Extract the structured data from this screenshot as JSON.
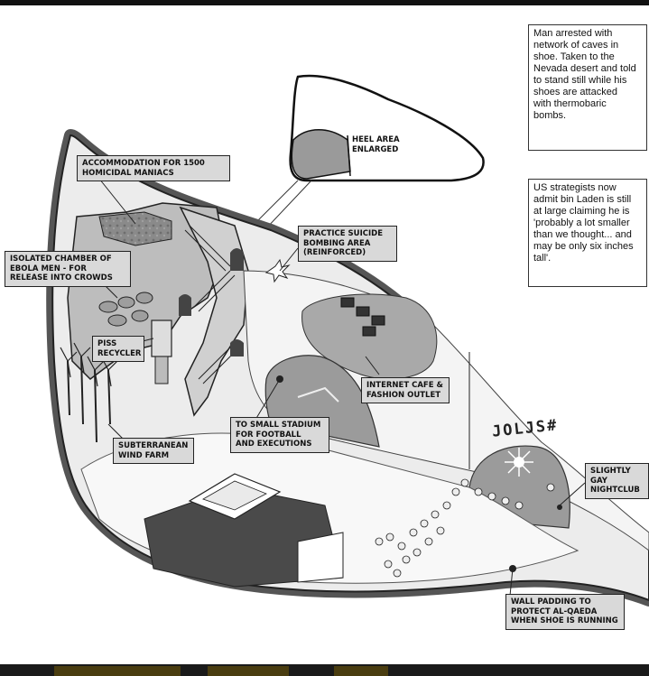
{
  "notes": {
    "arrest": "Man arrested with\nnetwork of caves in\nshoe. Taken to the\nNevada desert and told\nto stand still while his\nshoes are attacked\nwith thermobaric\nbombs.",
    "strategists": "US strategists now\nadmit bin Laden is still\nat large claiming he is\n'probably a lot smaller\nthan we thought... and\nmay be only six inches\ntall'."
  },
  "labels": {
    "heel": "HEEL AREA\nENLARGED",
    "accommodation": "ACCOMMODATION FOR 1500\nHOMICIDAL MANIACS",
    "ebola": "ISOLATED CHAMBER OF\nEBOLA MEN - FOR\nRELEASE INTO CROWDS",
    "suicide": "PRACTICE SUICIDE\nBOMBING AREA\n(REINFORCED)",
    "piss": "PISS\nRECYCLER",
    "internet": "INTERNET CAFE &\nFASHION OUTLET",
    "stadium": "TO SMALL STADIUM\nFOR FOOTBALL\nAND EXECUTIONS",
    "wind": "SUBTERRANEAN\nWIND FARM",
    "nightclub": "SLIGHTLY GAY\nNIGHTCLUB",
    "wall": "WALL PADDING TO\nPROTECT AL-QAEDA\nWHEN SHOE IS RUNNING"
  },
  "graffiti": "JOLJS#"
}
